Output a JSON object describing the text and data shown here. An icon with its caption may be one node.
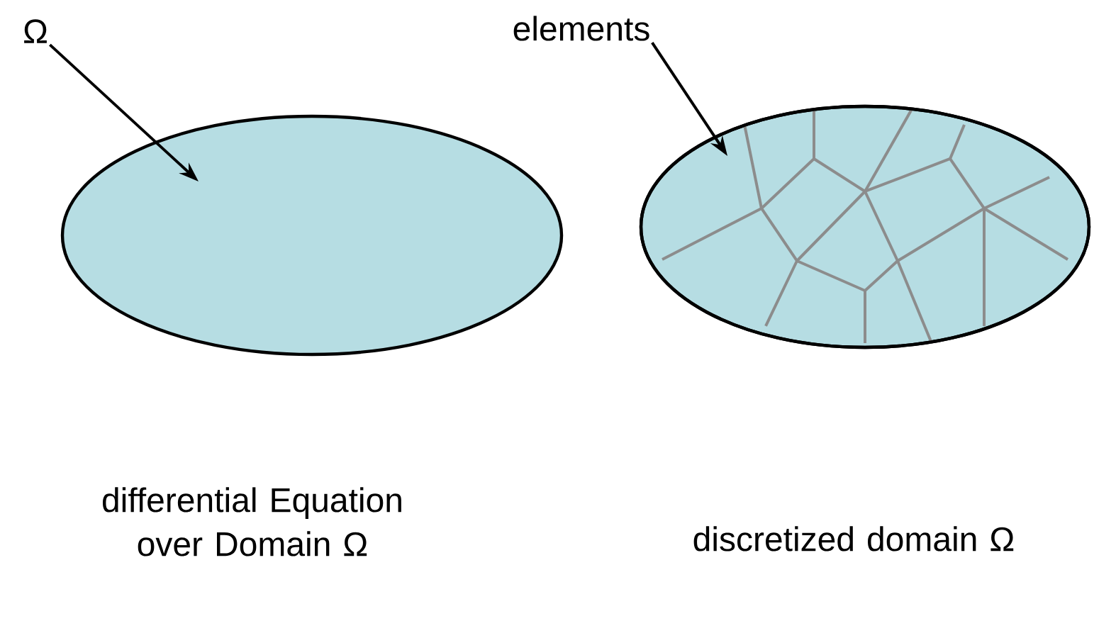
{
  "diagram": {
    "nodes": [
      {
        "text": [
          "Ω"
        ]
      },
      {
        "text": [
          "elements"
        ]
      },
      {
        "text": [],
        "shape": "ellipse"
      },
      {
        "text": [],
        "shape": "ellipse"
      }
    ],
    "edges": [
      {
        "from": 0,
        "to": 2,
        "arrow": "to"
      },
      {
        "from": 1,
        "to": 3,
        "arrow": "to"
      }
    ],
    "labels": [
      "differential Equation over Domain Ω",
      "discretized domain Ω"
    ]
  }
}
